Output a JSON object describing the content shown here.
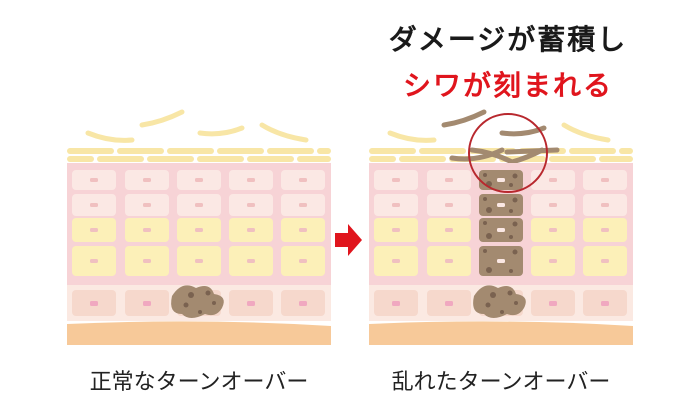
{
  "headline": {
    "line1": "ダメージが蓄積し",
    "line2": "シワが刻まれる"
  },
  "captions": {
    "normal": "正常なターンオーバー",
    "disrupted": "乱れたターンオーバー"
  },
  "colors": {
    "accent_red": "#e0151d",
    "circle": "#b8282e",
    "stratum_corneum": "#f8e6a6",
    "pink_layer": "#f7d3d6",
    "cell_light": "#fbe8e4",
    "cell_yellow": "#fcf0b8",
    "basal_bg": "#fbe9e2",
    "basal_cell": "#f6d8cc",
    "dermis": "#f7c999",
    "damage": "#a38a70",
    "damage_dot": "#7a6250"
  },
  "icons": {
    "arrow": "arrow-right-icon"
  }
}
